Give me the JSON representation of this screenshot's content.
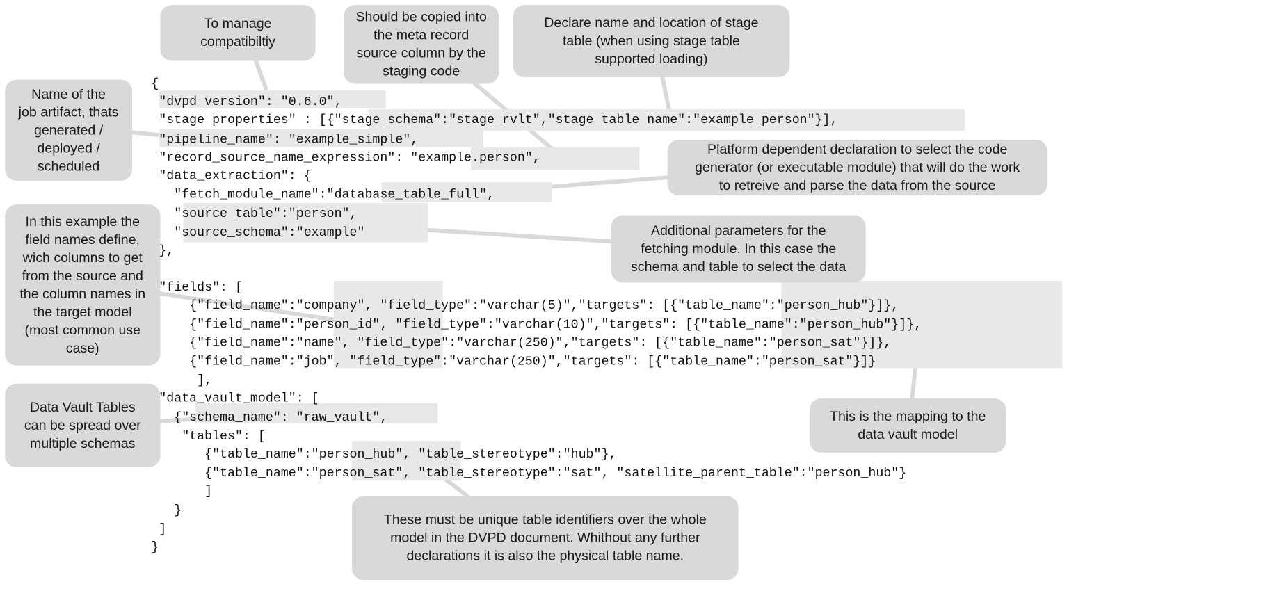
{
  "code_lines": [
    "{",
    " \"dvpd_version\": \"0.6.0\",",
    " \"stage_properties\" : [{\"stage_schema\":\"stage_rvlt\",\"stage_table_name\":\"example_person\"}],",
    " \"pipeline_name\": \"example_simple\",",
    " \"record_source_name_expression\": \"example.person\",",
    " \"data_extraction\": {",
    "   \"fetch_module_name\":\"database_table_full\",",
    "   \"source_table\":\"person\",",
    "   \"source_schema\":\"example\"",
    " },",
    " \"fields\": [",
    "     {\"field_name\":\"company\", \"field_type\":\"varchar(5)\",\"targets\": [{\"table_name\":\"person_hub\"}]},",
    "     {\"field_name\":\"person_id\", \"field_type\":\"varchar(10)\",\"targets\": [{\"table_name\":\"person_hub\"}]},",
    "     {\"field_name\":\"name\", \"field_type\":\"varchar(250)\",\"targets\": [{\"table_name\":\"person_sat\"}]},",
    "     {\"field_name\":\"job\", \"field_type\":\"varchar(250)\",\"targets\": [{\"table_name\":\"person_sat\"}]}",
    "      ],",
    " \"data_vault_model\": [",
    "   {\"schema_name\": \"raw_vault\",",
    "    \"tables\": [",
    "       {\"table_name\":\"person_hub\", \"table_stereotype\":\"hub\"},",
    "       {\"table_name\":\"person_sat\", \"table_stereotype\":\"sat\", \"satellite_parent_table\":\"person_hub\"}",
    "       ]",
    "   }",
    " ]",
    "}"
  ],
  "notes": {
    "compatibility": [
      "To manage",
      "compatibiltiy"
    ],
    "record_source": [
      "Should be copied into",
      "the meta record",
      "source column by the",
      "staging code"
    ],
    "stage_table": [
      "Declare name and location of stage",
      "table (when using stage table",
      "supported loading)"
    ],
    "job_artifact": [
      "Name of the",
      "job artifact, thats",
      "generated /",
      "deployed /",
      "scheduled"
    ],
    "platform": [
      "Platform dependent declaration to select the code",
      "generator (or executable module) that will do the work",
      "to retreive and parse the data from the source"
    ],
    "fetch_params": [
      "Additional parameters for the",
      "fetching module. In this case the",
      "schema and table to select the data"
    ],
    "field_names": [
      "In this example the",
      "field names define,",
      "wich columns to get",
      "from the source and",
      "the column names in",
      "the target model",
      "(most common use",
      "case)"
    ],
    "schemas": [
      "Data Vault Tables",
      "can be spread over",
      "multiple schemas"
    ],
    "mapping": [
      "This is the mapping to the",
      "data vault model"
    ],
    "unique_ids": [
      "These must be unique table identifiers over the whole",
      "model in the DVPD document. Whithout any further",
      "declarations it is also the physical table name."
    ]
  },
  "colors": {
    "note_background": "#d9d9d9",
    "highlight": "#e8e8e8",
    "connector": "#d9d9d9",
    "text": "#111111"
  }
}
